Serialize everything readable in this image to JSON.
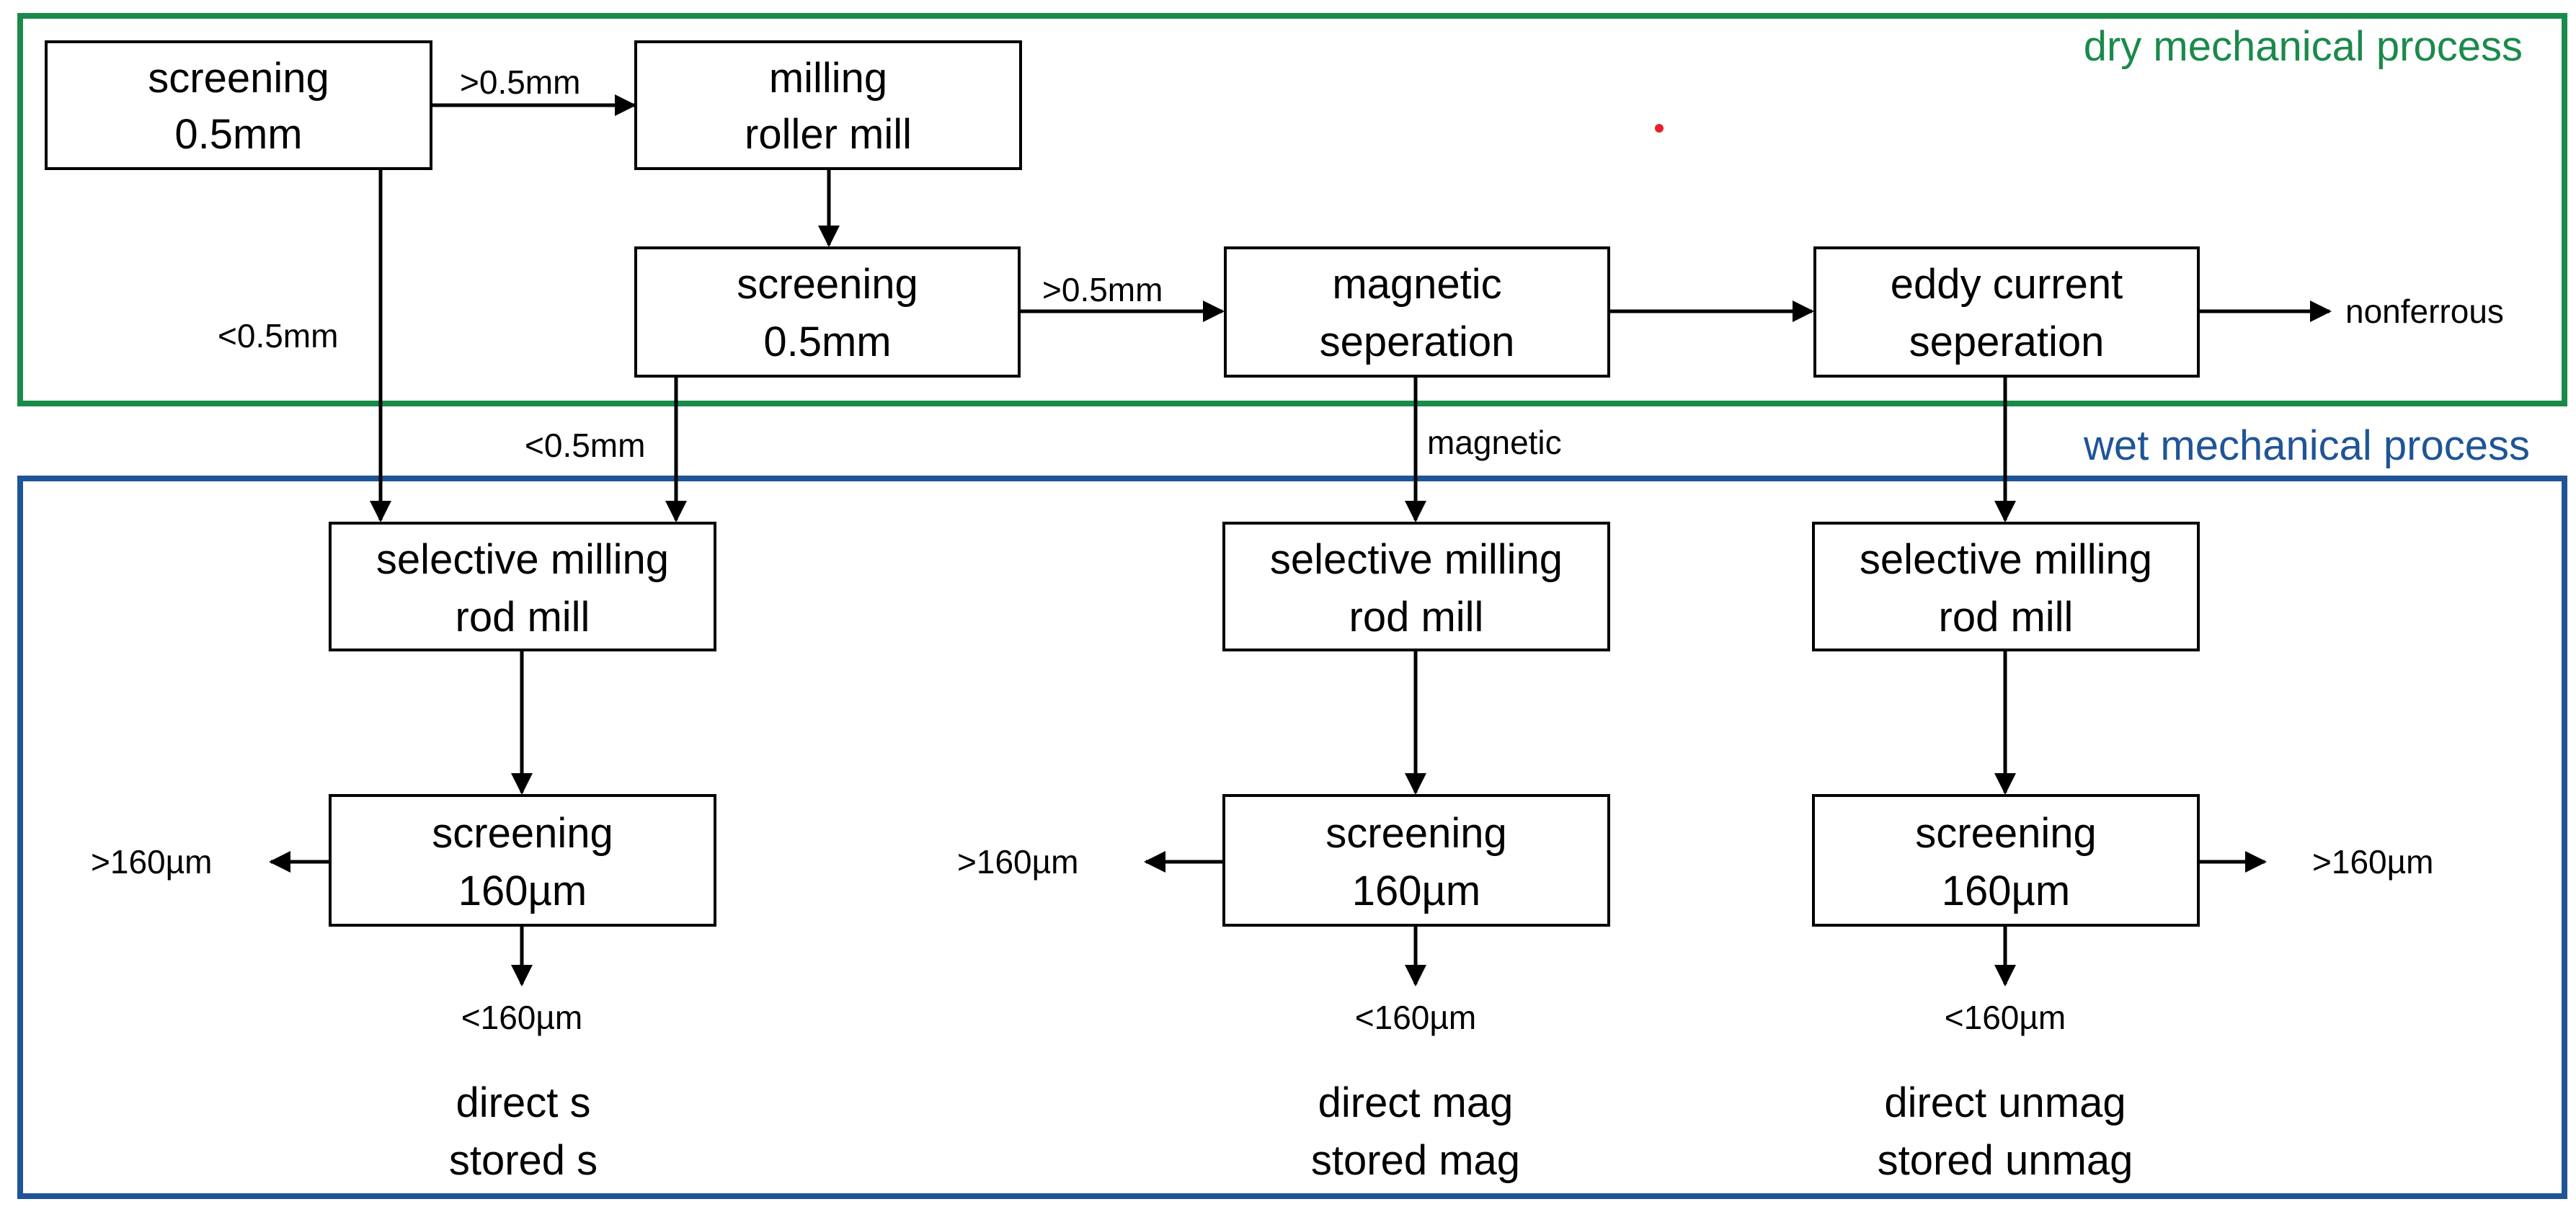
{
  "colors": {
    "dry_region": "#1a8a4a",
    "wet_region": "#1f5597",
    "marker": "#e8202a"
  },
  "regions": {
    "dry": {
      "title": "dry mechanical process"
    },
    "wet": {
      "title": "wet mechanical process"
    }
  },
  "nodes": {
    "screening_1": {
      "line1": "screening",
      "line2": "0.5mm"
    },
    "milling": {
      "line1": "milling",
      "line2": "roller mill"
    },
    "screening_2": {
      "line1": "screening",
      "line2": "0.5mm"
    },
    "magnetic": {
      "line1": "magnetic",
      "line2": "seperation"
    },
    "eddy": {
      "line1": "eddy current",
      "line2": "seperation"
    },
    "sel_mill_s": {
      "line1": "selective milling",
      "line2": "rod mill"
    },
    "sel_mill_mag": {
      "line1": "selective milling",
      "line2": "rod mill"
    },
    "sel_mill_unmag": {
      "line1": "selective milling",
      "line2": "rod mill"
    },
    "screen_s": {
      "line1": "screening",
      "line2": "160µm"
    },
    "screen_mag": {
      "line1": "screening",
      "line2": "160µm"
    },
    "screen_unmag": {
      "line1": "screening",
      "line2": "160µm"
    }
  },
  "edge_labels": {
    "s1_to_mill": ">0.5mm",
    "s1_down": "<0.5mm",
    "s2_to_mag": ">0.5mm",
    "s2_down": "<0.5mm",
    "mag_down": "magnetic",
    "nonferrous": "nonferrous",
    "s_coarse": ">160µm",
    "s_fine": "<160µm",
    "mag_coarse": ">160µm",
    "mag_fine": "<160µm",
    "unmag_coarse": ">160µm",
    "unmag_fine": "<160µm"
  },
  "outputs": {
    "s": {
      "line1": "direct s",
      "line2": "stored s"
    },
    "mag": {
      "line1": "direct mag",
      "line2": "stored mag"
    },
    "unmag": {
      "line1": "direct unmag",
      "line2": "stored unmag"
    }
  }
}
